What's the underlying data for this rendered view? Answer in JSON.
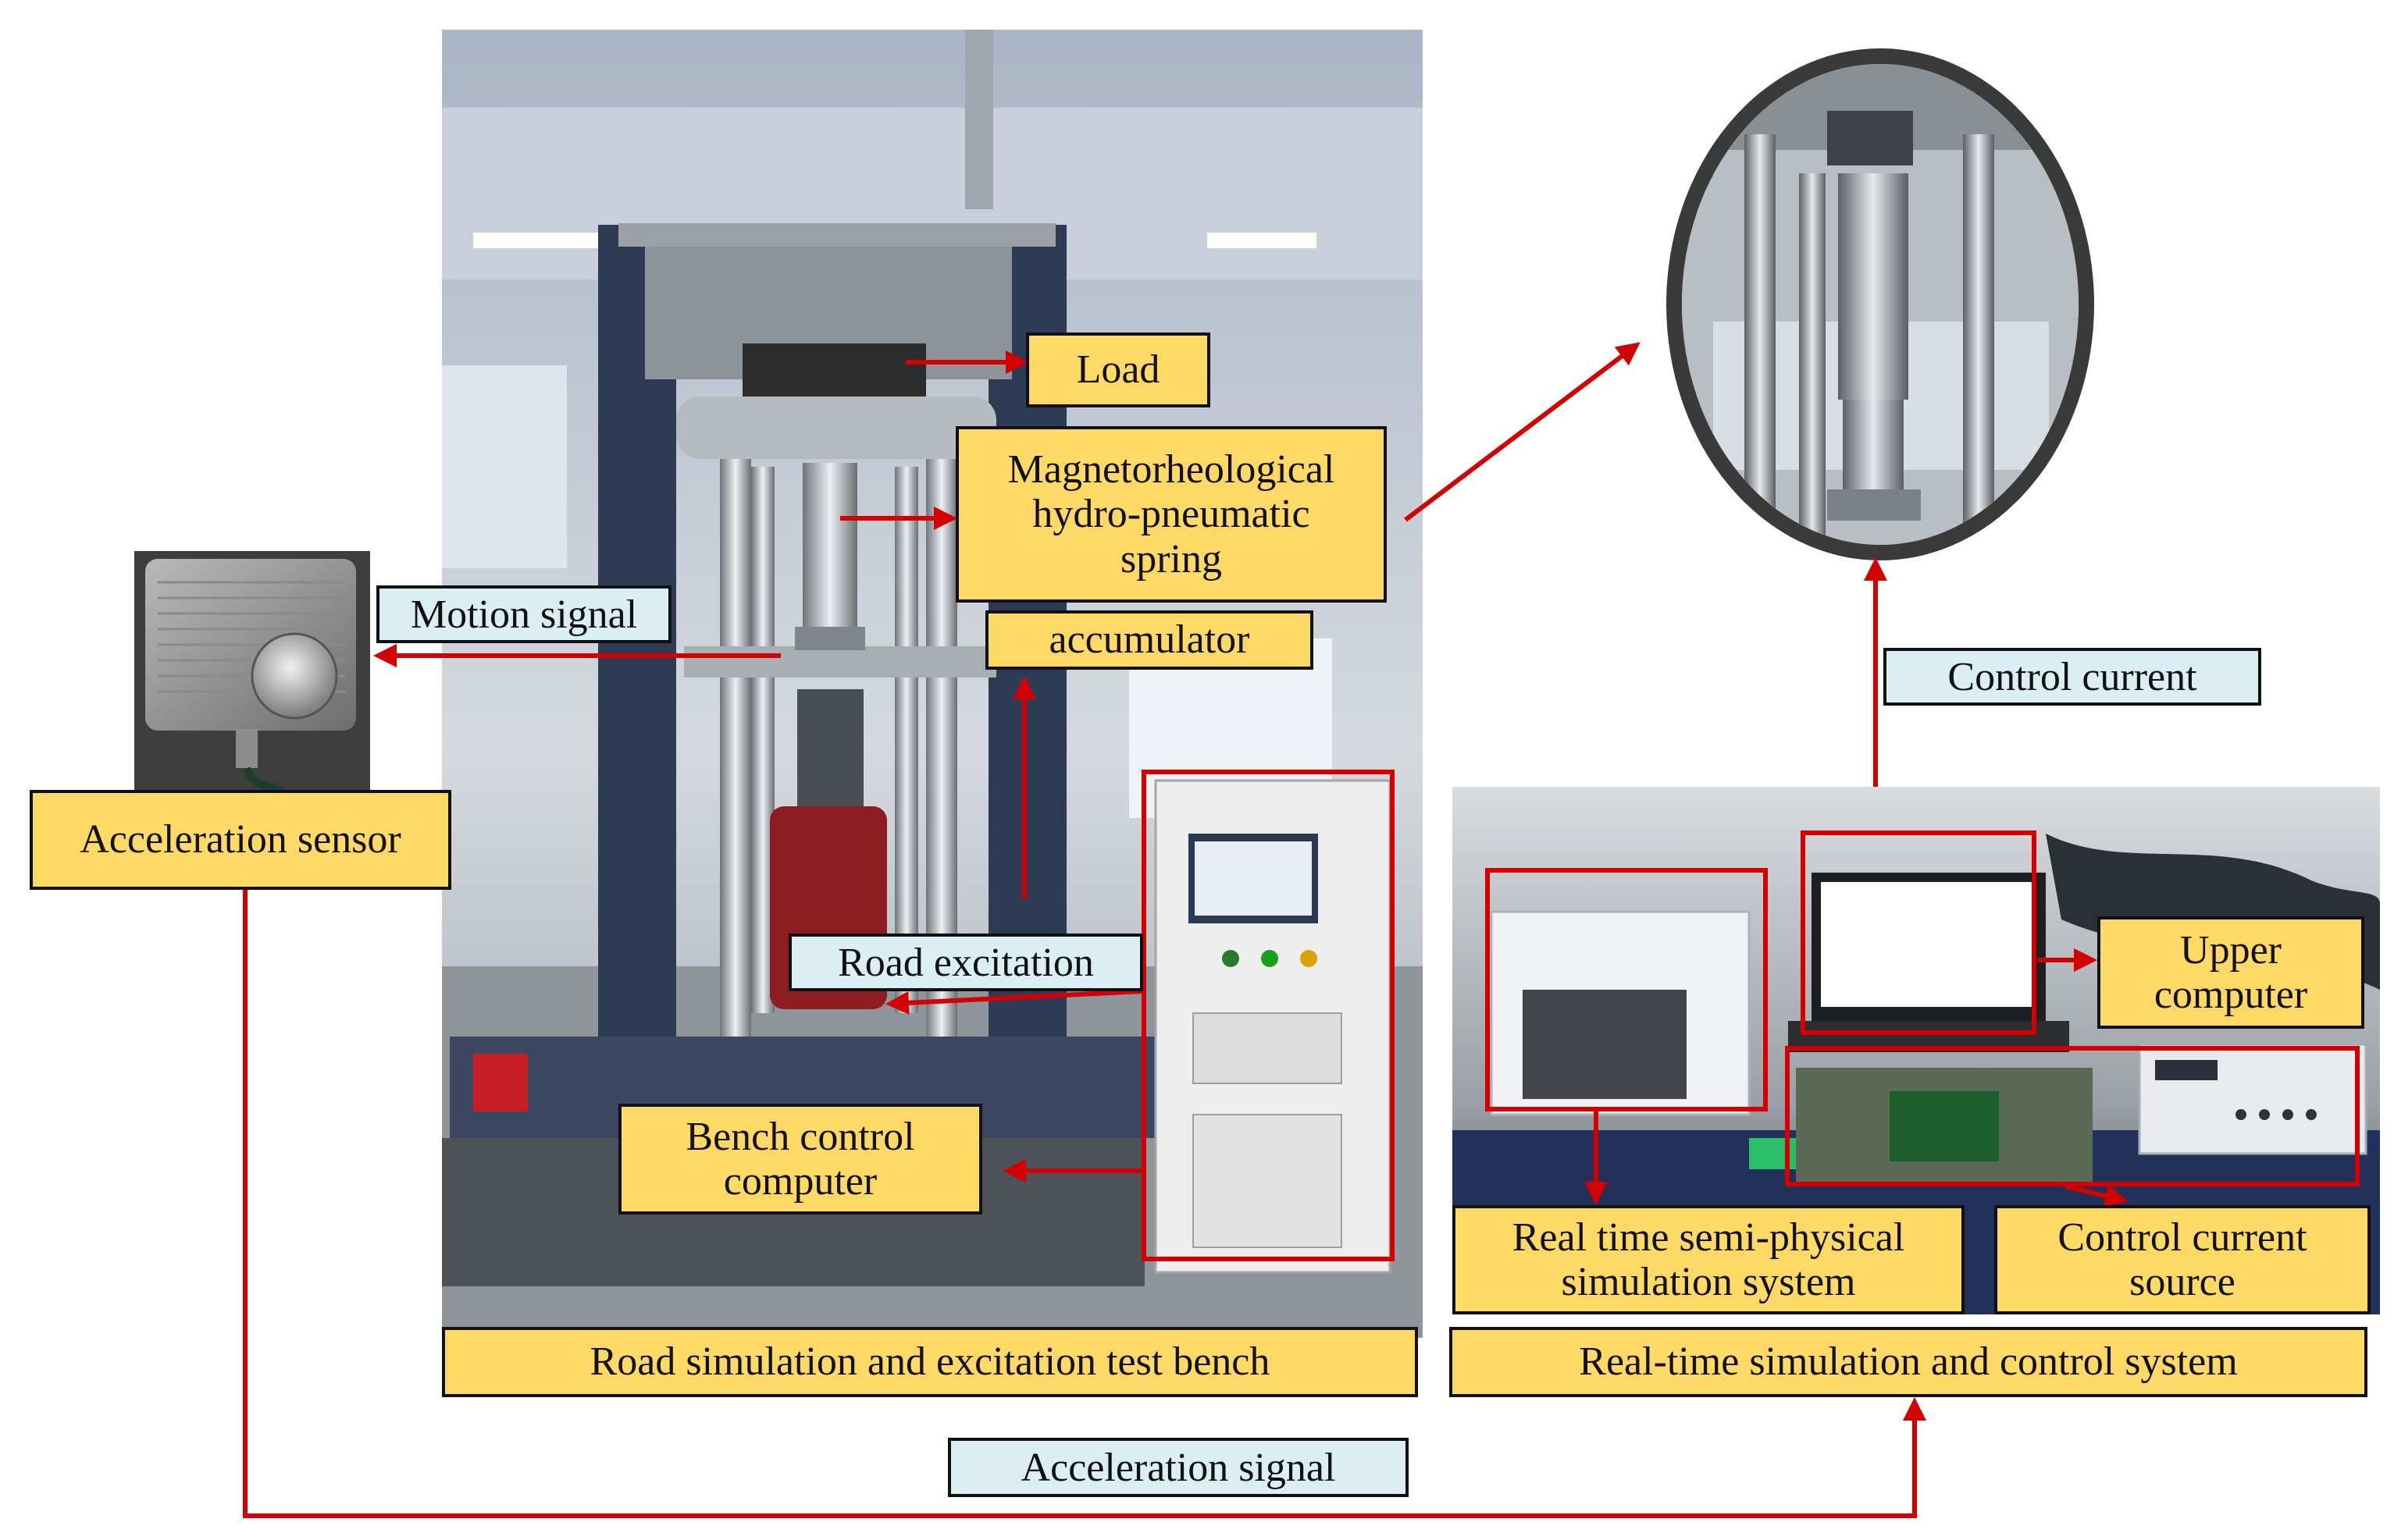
{
  "colors": {
    "label_fill": "#ffd966",
    "signal_fill": "#daeef3",
    "arrow": "#d40000",
    "frame": "#2e3b55"
  },
  "labels": {
    "load": "Load",
    "mr_spring": "Magnetorheological\nhydro-pneumatic\nspring",
    "accumulator": "accumulator",
    "acceleration_sensor": "Acceleration sensor",
    "bench_control_computer": "Bench control\ncomputer",
    "road_bench": "Road simulation and excitation test bench",
    "upper_computer": "Upper\ncomputer",
    "rt_semi_physical": "Real time semi-physical\nsimulation system",
    "control_current_source": "Control current\nsource",
    "rt_control_system": "Real-time simulation and control system"
  },
  "signals": {
    "motion_signal": "Motion signal",
    "road_excitation": "Road excitation",
    "control_current": "Control current",
    "acceleration_signal": "Acceleration signal"
  },
  "icons": {
    "sensor_photo": "acceleration-sensor-photo",
    "bench_photo": "test-bench-photo",
    "spring_photo": "mr-spring-closeup-photo",
    "control_system_photo": "control-system-photo"
  }
}
